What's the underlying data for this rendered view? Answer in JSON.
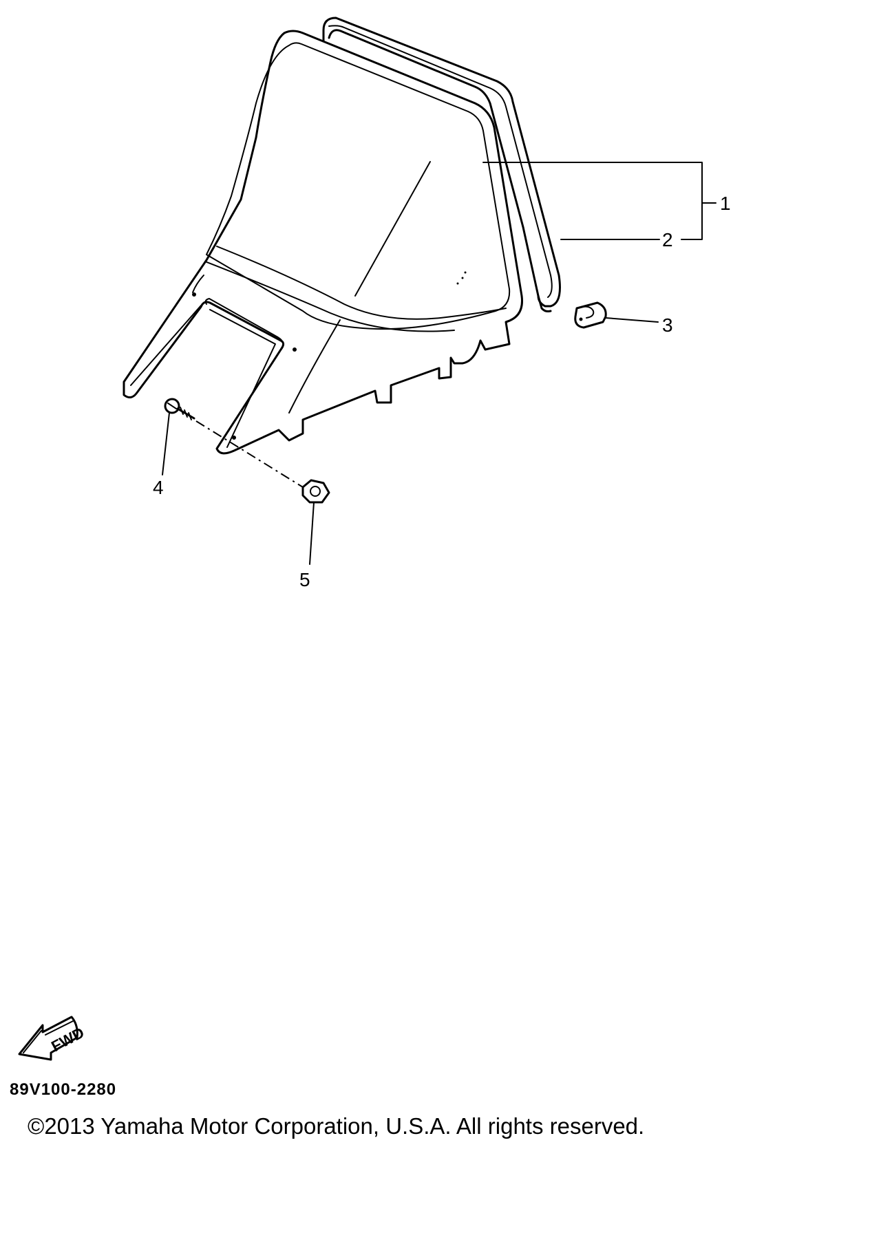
{
  "callouts": [
    "1",
    "2",
    "3",
    "4",
    "5"
  ],
  "fwd_label": "FWD",
  "diagram_code": "89V100-2280",
  "copyright": "©2013 Yamaha Motor Corporation, U.S.A. All rights reserved."
}
